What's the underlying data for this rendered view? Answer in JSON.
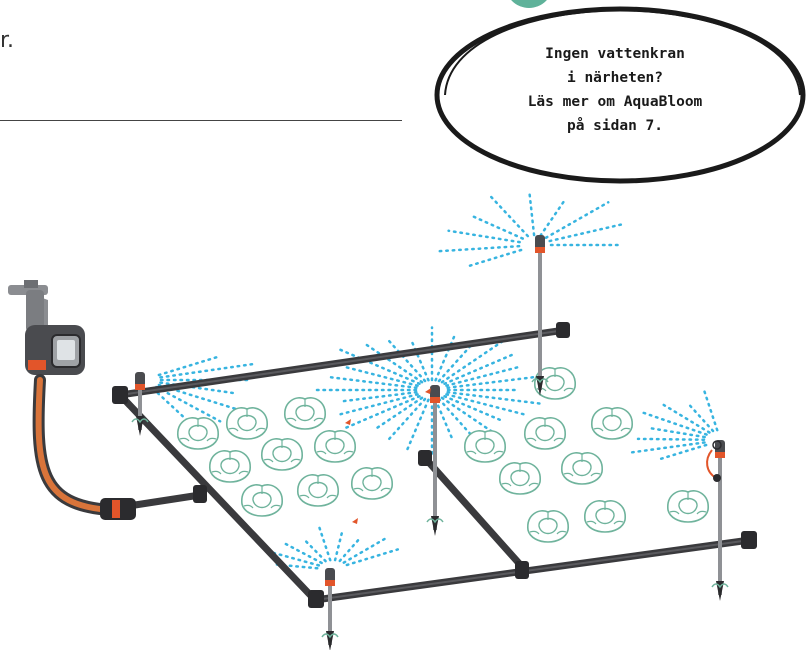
{
  "speech_bubble": {
    "lines": [
      "Ingen vattenkran",
      "i närheten?",
      "Läs mer om AquaBloom",
      "på sidan 7."
    ]
  },
  "header": {
    "trailing_text": "r."
  },
  "colors": {
    "pipe": "#3a3a3d",
    "hose": "#d9743a",
    "water_spray": "#37b4e0",
    "plant_stroke": "#6fb39c",
    "valve_accent": "#e2552a",
    "teal_accent": "#5fb29a"
  },
  "icons": [
    "water-tap-icon",
    "water-timer-icon",
    "sprinkler-icon",
    "cabbage-plant-icon",
    "rotation-arrow-icon"
  ]
}
